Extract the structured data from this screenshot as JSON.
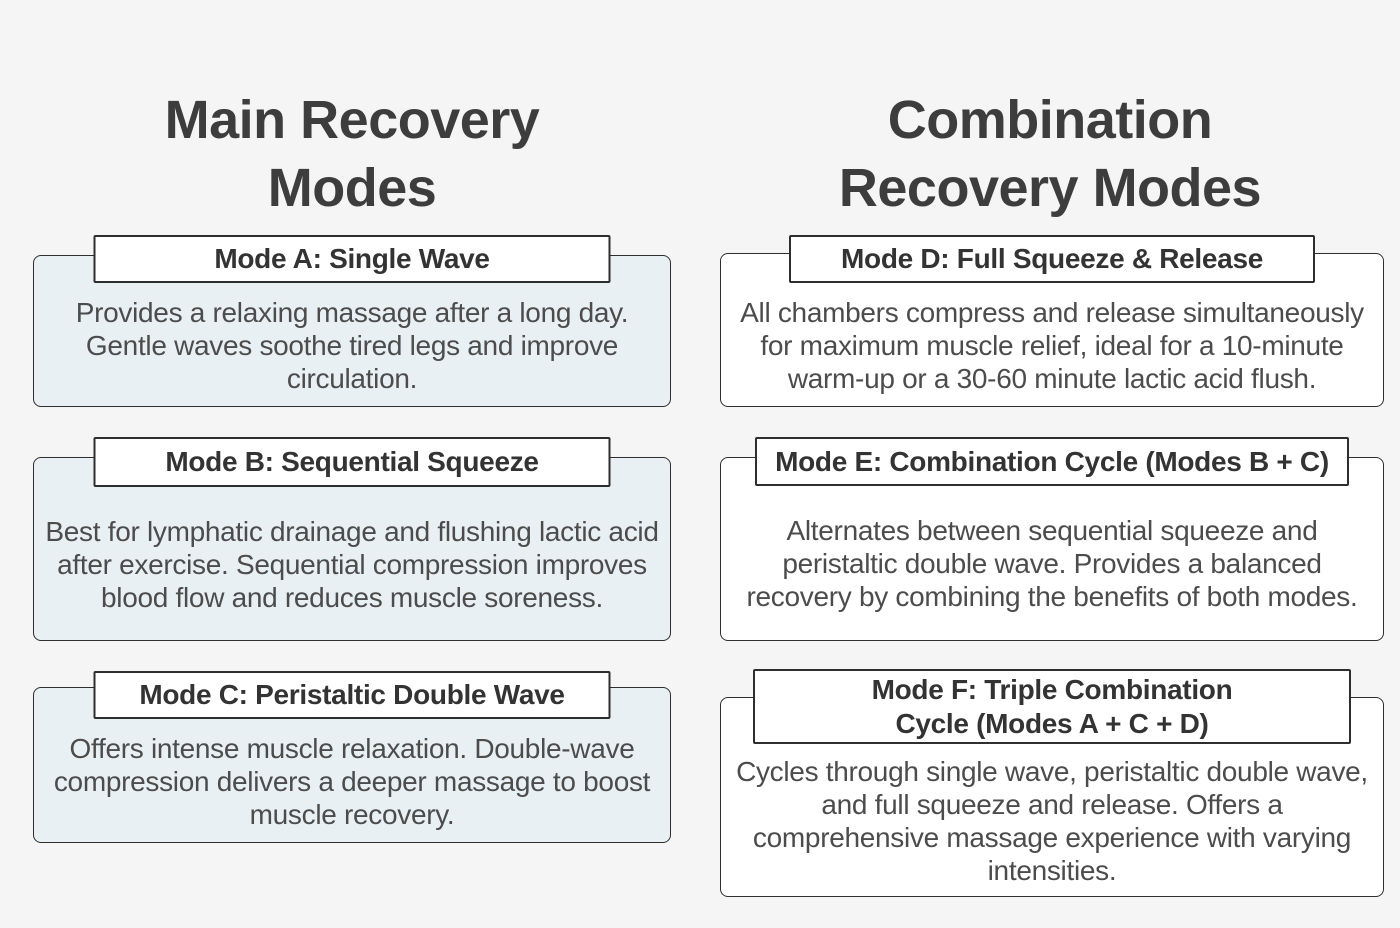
{
  "page": {
    "background_color": "#f5f5f6",
    "border_color": "#2e2e2e",
    "heading_color": "#3d3d3d",
    "title_text_color": "#333333",
    "body_text_color": "#4c4c4c"
  },
  "columns": [
    {
      "heading": "Main Recovery Modes",
      "heading_lines": [
        "Main Recovery",
        "Modes"
      ],
      "card_background": "#e9f0f3",
      "modes": [
        {
          "title": "Mode A: Single Wave",
          "description": "Provides a relaxing massage after a long day. Gentle waves soothe tired legs and improve circulation."
        },
        {
          "title": "Mode B: Sequential Squeeze",
          "description": "Best for lymphatic drainage and flushing lactic acid after exercise. Sequential compression improves blood flow and reduces muscle soreness."
        },
        {
          "title": "Mode C: Peristaltic Double Wave",
          "description": "Offers intense muscle relaxation. Double-wave compression delivers a deeper massage to boost muscle recovery."
        }
      ]
    },
    {
      "heading": "Combination Recovery Modes",
      "heading_lines": [
        "Combination",
        "Recovery Modes"
      ],
      "card_background": "#ffffff",
      "modes": [
        {
          "title": "Mode D: Full Squeeze & Release",
          "description": "All chambers compress and release simultaneously for maximum muscle relief, ideal for a 10-minute warm-up or a 30-60 minute lactic acid flush."
        },
        {
          "title": "Mode E: Combination Cycle (Modes B + C)",
          "description": "Alternates between sequential squeeze and peristaltic double wave. Provides a balanced recovery by combining the benefits of both modes."
        },
        {
          "title": "Mode F: Triple Combination Cycle (Modes A + C + D)",
          "title_lines": [
            "Mode F: Triple Combination",
            "Cycle (Modes A + C + D)"
          ],
          "description": "Cycles through single wave, peristaltic double wave, and full squeeze and release. Offers a comprehensive massage experience with varying intensities."
        }
      ]
    }
  ]
}
